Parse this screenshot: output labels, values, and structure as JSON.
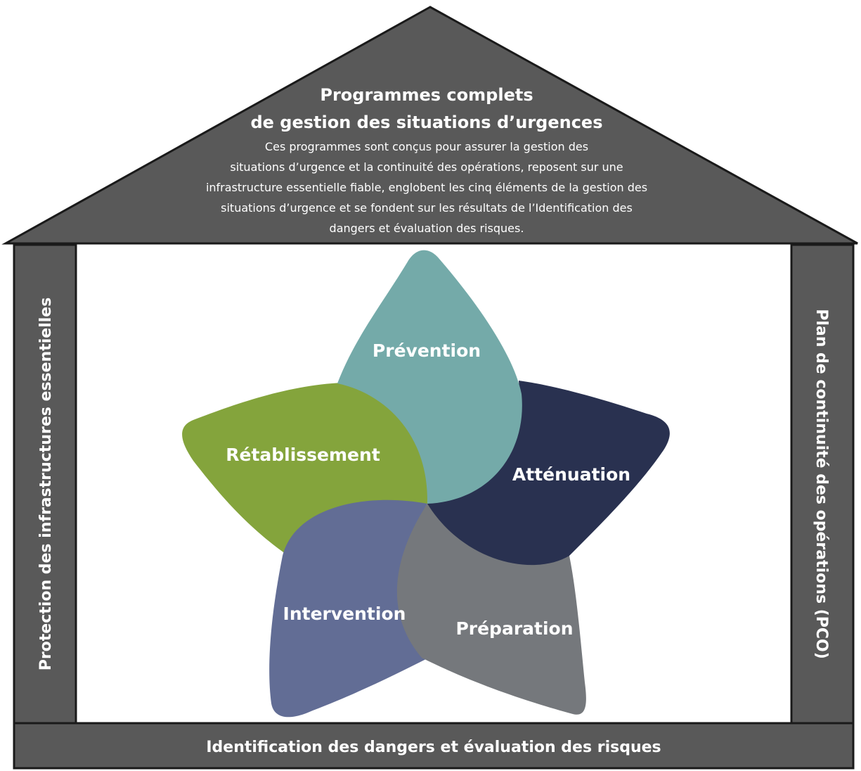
{
  "roof": {
    "title_line1": "Programmes complets",
    "title_line2": "de gestion des situations d’urgences",
    "description": [
      "Ces programmes sont conçus pour assurer la gestion des",
      "situations d’urgence et la continuité des opérations, reposent sur une",
      "infrastructure essentielle fiable, englobent les cinq éléments de la gestion des",
      "situations d’urgence et se fondent sur les résultats de l’Identification des",
      "dangers et évaluation des risques."
    ]
  },
  "left_pillar": {
    "label": "Protection des infrastructures essentielles"
  },
  "right_pillar": {
    "label": "Plan de continuité des opérations (PCO)"
  },
  "foundation": {
    "label": "Identification des dangers et évaluation des risques"
  },
  "petals": {
    "prevention": {
      "label": "Prévention",
      "color": "#74aaa9"
    },
    "attenuation": {
      "label": "Atténuation",
      "color": "#293150"
    },
    "preparation": {
      "label": "Préparation",
      "color": "#75787c"
    },
    "intervention": {
      "label": "Intervention",
      "color": "#626d95"
    },
    "retablissement": {
      "label": "Rétablissement",
      "color": "#84a43c"
    }
  },
  "colors": {
    "structure": "#595959",
    "outline": "#1a1a1a",
    "text": "#ffffff"
  }
}
